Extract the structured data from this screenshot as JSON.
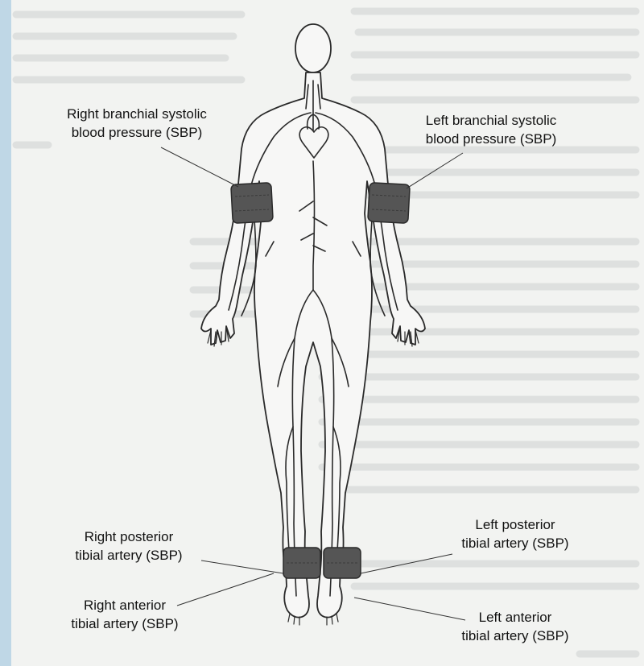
{
  "labels": {
    "right_brachial": {
      "line1": "Right branchial systolic",
      "line2": "blood pressure (SBP)"
    },
    "left_brachial": {
      "line1": "Left branchial systolic",
      "line2": "blood pressure (SBP)"
    },
    "right_posterior_tibial": {
      "line1": "Right posterior",
      "line2": "tibial artery (SBP)"
    },
    "left_posterior_tibial": {
      "line1": "Left posterior",
      "line2": "tibial artery (SBP)"
    },
    "right_anterior_tibial": {
      "line1": "Right anterior",
      "line2": "tibial artery (SBP)"
    },
    "left_anterior_tibial": {
      "line1": "Left anterior",
      "line2": "tibial artery (SBP)"
    }
  },
  "colors": {
    "outline": "#2a2a2a",
    "cuff": "#555555",
    "cuff_dark": "#3a3a3a",
    "page_background": "#f2f3f1",
    "bleed_text": "#c9cccb",
    "left_edge_tint": "#bfd7e6"
  }
}
